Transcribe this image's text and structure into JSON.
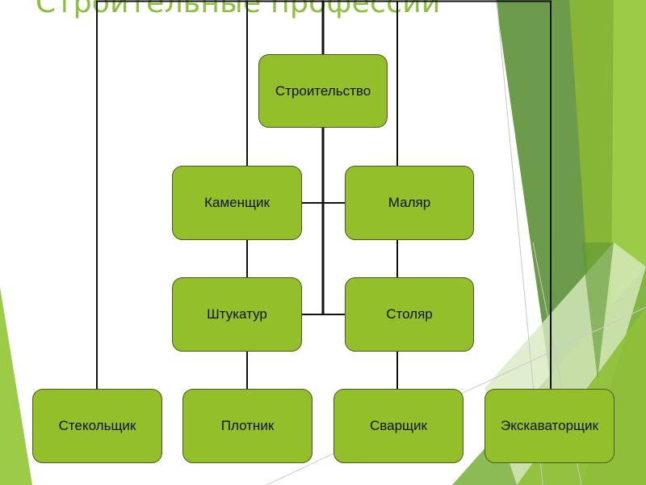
{
  "slide": {
    "title": "Строительные профессии",
    "colors": {
      "title": "#8cbf3a",
      "node_fill": "#93c02a",
      "node_border": "#4a5a22",
      "connector": "#111111",
      "accent_dark": "#6c9b4b",
      "accent_mid": "#87b536",
      "accent_light": "#9ccb45"
    }
  },
  "diagram": {
    "root": {
      "id": "construction",
      "label": "Строительство"
    },
    "nodes": [
      {
        "id": "construction",
        "label": "Строительство",
        "parent": null
      },
      {
        "id": "mason",
        "label": "Каменщик",
        "parent": "construction"
      },
      {
        "id": "painter",
        "label": "Маляр",
        "parent": "construction"
      },
      {
        "id": "plasterer",
        "label": "Штукатур",
        "parent": "construction"
      },
      {
        "id": "joiner",
        "label": "Столяр",
        "parent": "construction"
      },
      {
        "id": "glazier",
        "label": "Стекольщик",
        "parent": "construction"
      },
      {
        "id": "carpenter",
        "label": "Плотник",
        "parent": "plasterer"
      },
      {
        "id": "welder",
        "label": "Сварщик",
        "parent": "joiner"
      },
      {
        "id": "excavator",
        "label": "Экскаваторщик",
        "parent": "construction"
      }
    ]
  }
}
